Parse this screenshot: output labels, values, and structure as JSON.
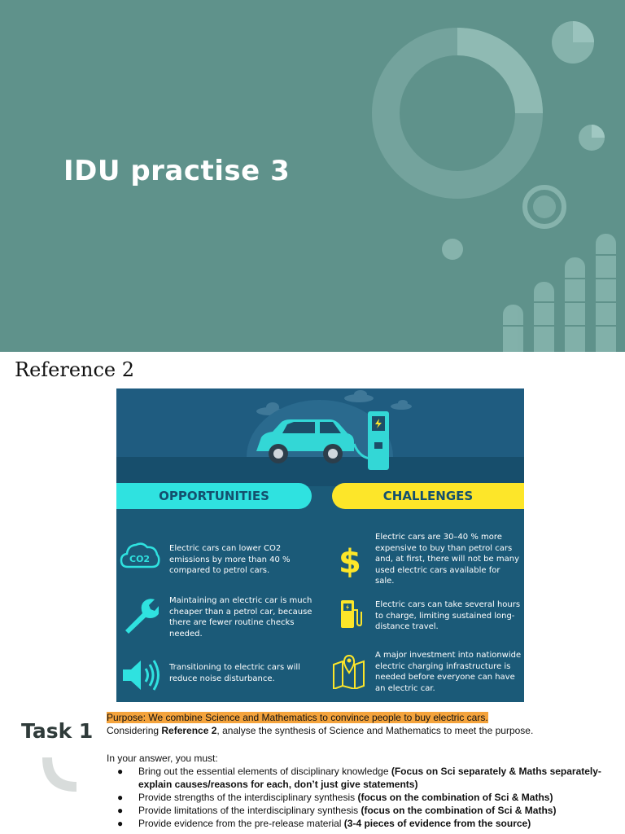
{
  "slide1": {
    "title": "IDU practise 3"
  },
  "slide2": {
    "reference_title": "Reference 2",
    "infographic": {
      "opportunities_label": "OPPORTUNITIES",
      "challenges_label": "CHALLENGES",
      "co2_icon_text": "CO2",
      "opportunities": [
        {
          "icon": "co2-cloud-icon",
          "text": "Electric cars can lower CO2 emissions by more than 40 % compared to petrol cars."
        },
        {
          "icon": "wrench-icon",
          "text": "Maintaining an electric car is much cheaper than a petrol car, because there are fewer routine checks needed."
        },
        {
          "icon": "speaker-icon",
          "text": "Transitioning to electric cars will reduce noise disturbance."
        }
      ],
      "challenges": [
        {
          "icon": "dollar-icon",
          "text": "Electric cars are 30–40 % more expensive to buy than petrol cars and, at first, there will not be many used electric cars available for sale."
        },
        {
          "icon": "fuel-pump-icon",
          "text": "Electric cars can take several hours to charge, limiting sustained long-distance travel."
        },
        {
          "icon": "map-pin-icon",
          "text": "A major investment into nationwide electric charging infrastructure is needed before everyone can have an electric car."
        }
      ],
      "colors": {
        "background": "#1b5a78",
        "opportunities": "#2fe2e0",
        "challenges": "#fde629"
      }
    },
    "task": {
      "label": "Task 1",
      "purpose": "Purpose: We combine Science and Mathematics to convince people to buy electric cars.",
      "considering_pre": "Considering ",
      "considering_bold": "Reference 2",
      "considering_post": ", analyse the synthesis of Science and Mathematics to meet the purpose.",
      "intro": "In your answer, you must:",
      "requirements": [
        {
          "text": "Bring out the essential elements of disciplinary knowledge ",
          "bold": "(Focus on Sci separately & Maths separately-",
          "bold2": "explain causes/reasons for each, don’t just give statements)"
        },
        {
          "text": "Provide strengths of the interdisciplinary synthesis ",
          "bold": "(focus on the combination of Sci & Maths)"
        },
        {
          "text": "Provide limitations of the interdisciplinary synthesis ",
          "bold": "(focus on the combination of Sci & Maths)"
        },
        {
          "text": "Provide evidence from the pre-release material ",
          "bold": "(3-4 pieces of evidence from the source)"
        }
      ]
    }
  }
}
